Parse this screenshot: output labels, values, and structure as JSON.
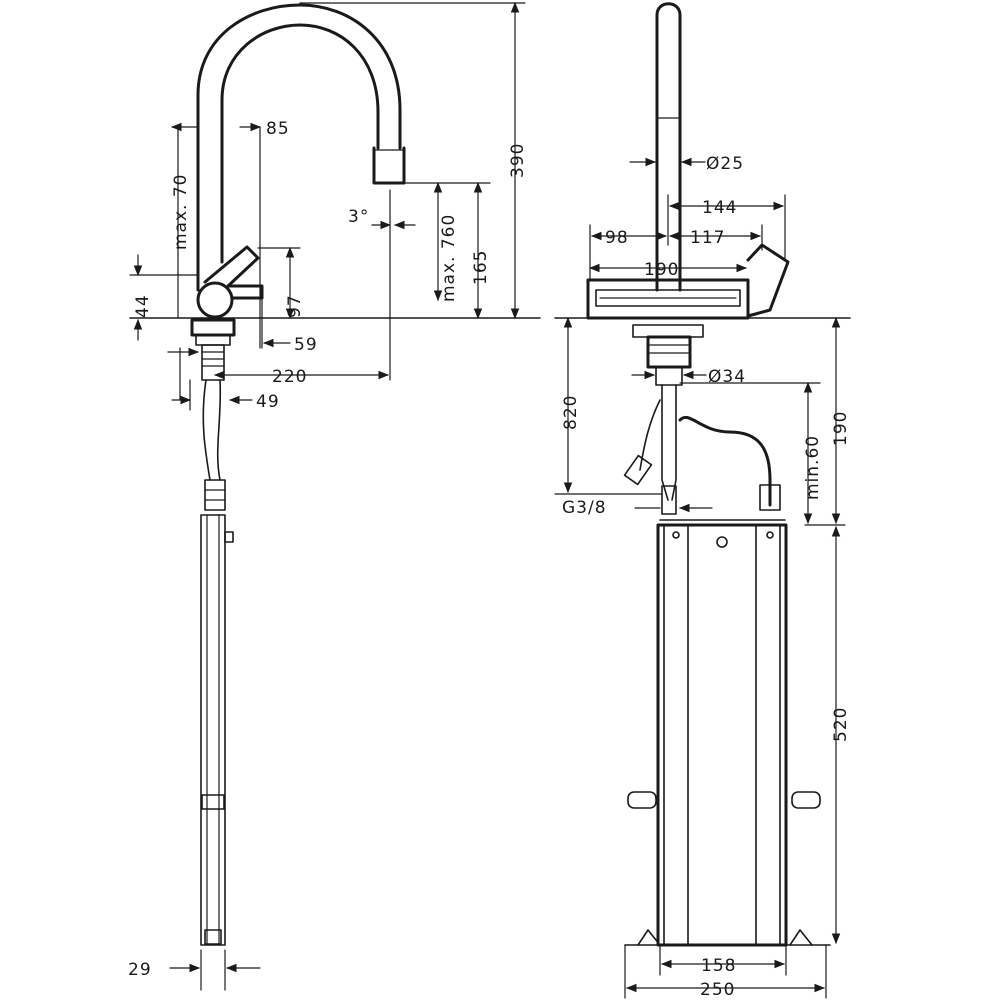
{
  "dimensions": {
    "max70": "max. 70",
    "d85": "85",
    "d390": "390",
    "d3deg": "3°",
    "max760": "max. 760",
    "d165": "165",
    "d44": "44",
    "d97": "97",
    "d59": "59",
    "d220": "220",
    "d49": "49",
    "d29": "29",
    "dia25": "Ø25",
    "d144": "144",
    "d98": "98",
    "d117": "117",
    "d190w": "190",
    "d820": "820",
    "dia34": "Ø34",
    "min60": "min.60",
    "d190h": "190",
    "g38": "G3/8",
    "d520": "520",
    "d158": "158",
    "d250": "250"
  },
  "colors": {
    "line": "#1a1a1a",
    "background": "#ffffff"
  }
}
